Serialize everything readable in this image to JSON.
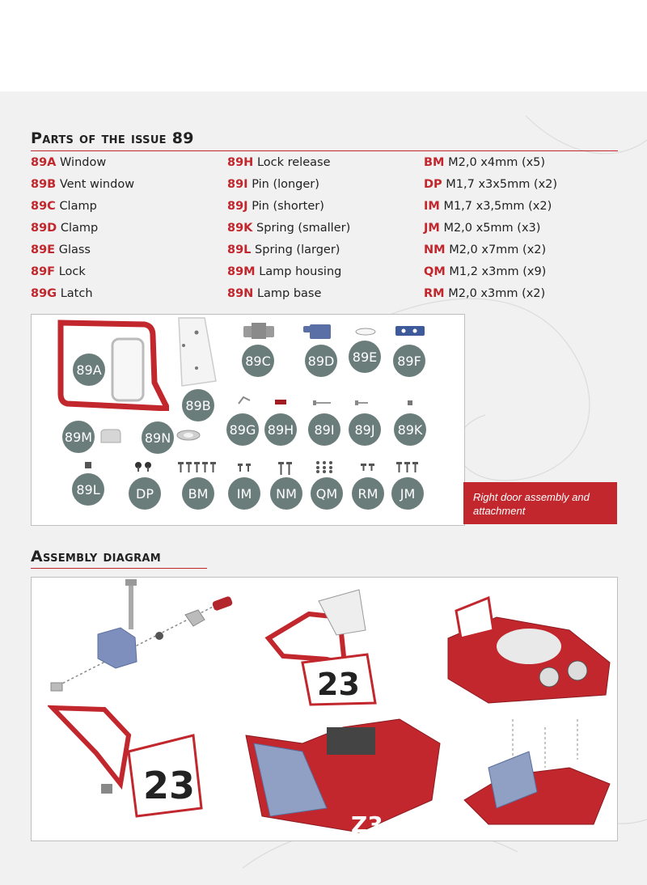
{
  "header": {
    "parts_title": "Parts of the issue 89",
    "assembly_title": "Assembly diagram"
  },
  "parts": {
    "col1": [
      {
        "code": "89A",
        "name": "Window"
      },
      {
        "code": "89B",
        "name": "Vent window"
      },
      {
        "code": "89C",
        "name": "Clamp"
      },
      {
        "code": "89D",
        "name": "Clamp"
      },
      {
        "code": "89E",
        "name": "Glass"
      },
      {
        "code": "89F",
        "name": "Lock"
      },
      {
        "code": "89G",
        "name": "Latch"
      }
    ],
    "col2": [
      {
        "code": "89H",
        "name": "Lock release"
      },
      {
        "code": "89I",
        "name": "Pin (longer)"
      },
      {
        "code": "89J",
        "name": "Pin (shorter)"
      },
      {
        "code": "89K",
        "name": "Spring (smaller)"
      },
      {
        "code": "89L",
        "name": "Spring (larger)"
      },
      {
        "code": "89M",
        "name": "Lamp housing"
      },
      {
        "code": "89N",
        "name": "Lamp base"
      }
    ],
    "col3": [
      {
        "code": "BM",
        "name": "M2,0 x4mm (x5)"
      },
      {
        "code": "DP",
        "name": "M1,7 x3x5mm (x2)"
      },
      {
        "code": "IM",
        "name": "M1,7 x3,5mm (x2)"
      },
      {
        "code": "JM",
        "name": "M2,0 x5mm (x3)"
      },
      {
        "code": "NM",
        "name": "M2,0 x7mm (x2)"
      },
      {
        "code": "QM",
        "name": "M1,2 x3mm (x9)"
      },
      {
        "code": "RM",
        "name": "M2,0 x3mm (x2)"
      }
    ]
  },
  "badges": [
    "89A",
    "89B",
    "89C",
    "89D",
    "89E",
    "89F",
    "89G",
    "89H",
    "89I",
    "89J",
    "89K",
    "89L",
    "89M",
    "89N",
    "DP",
    "BM",
    "IM",
    "NM",
    "QM",
    "RM",
    "JM"
  ],
  "note": "Right door assembly and attachment",
  "colors": {
    "accent": "#c1272d",
    "badge": "#6b7d7b"
  }
}
